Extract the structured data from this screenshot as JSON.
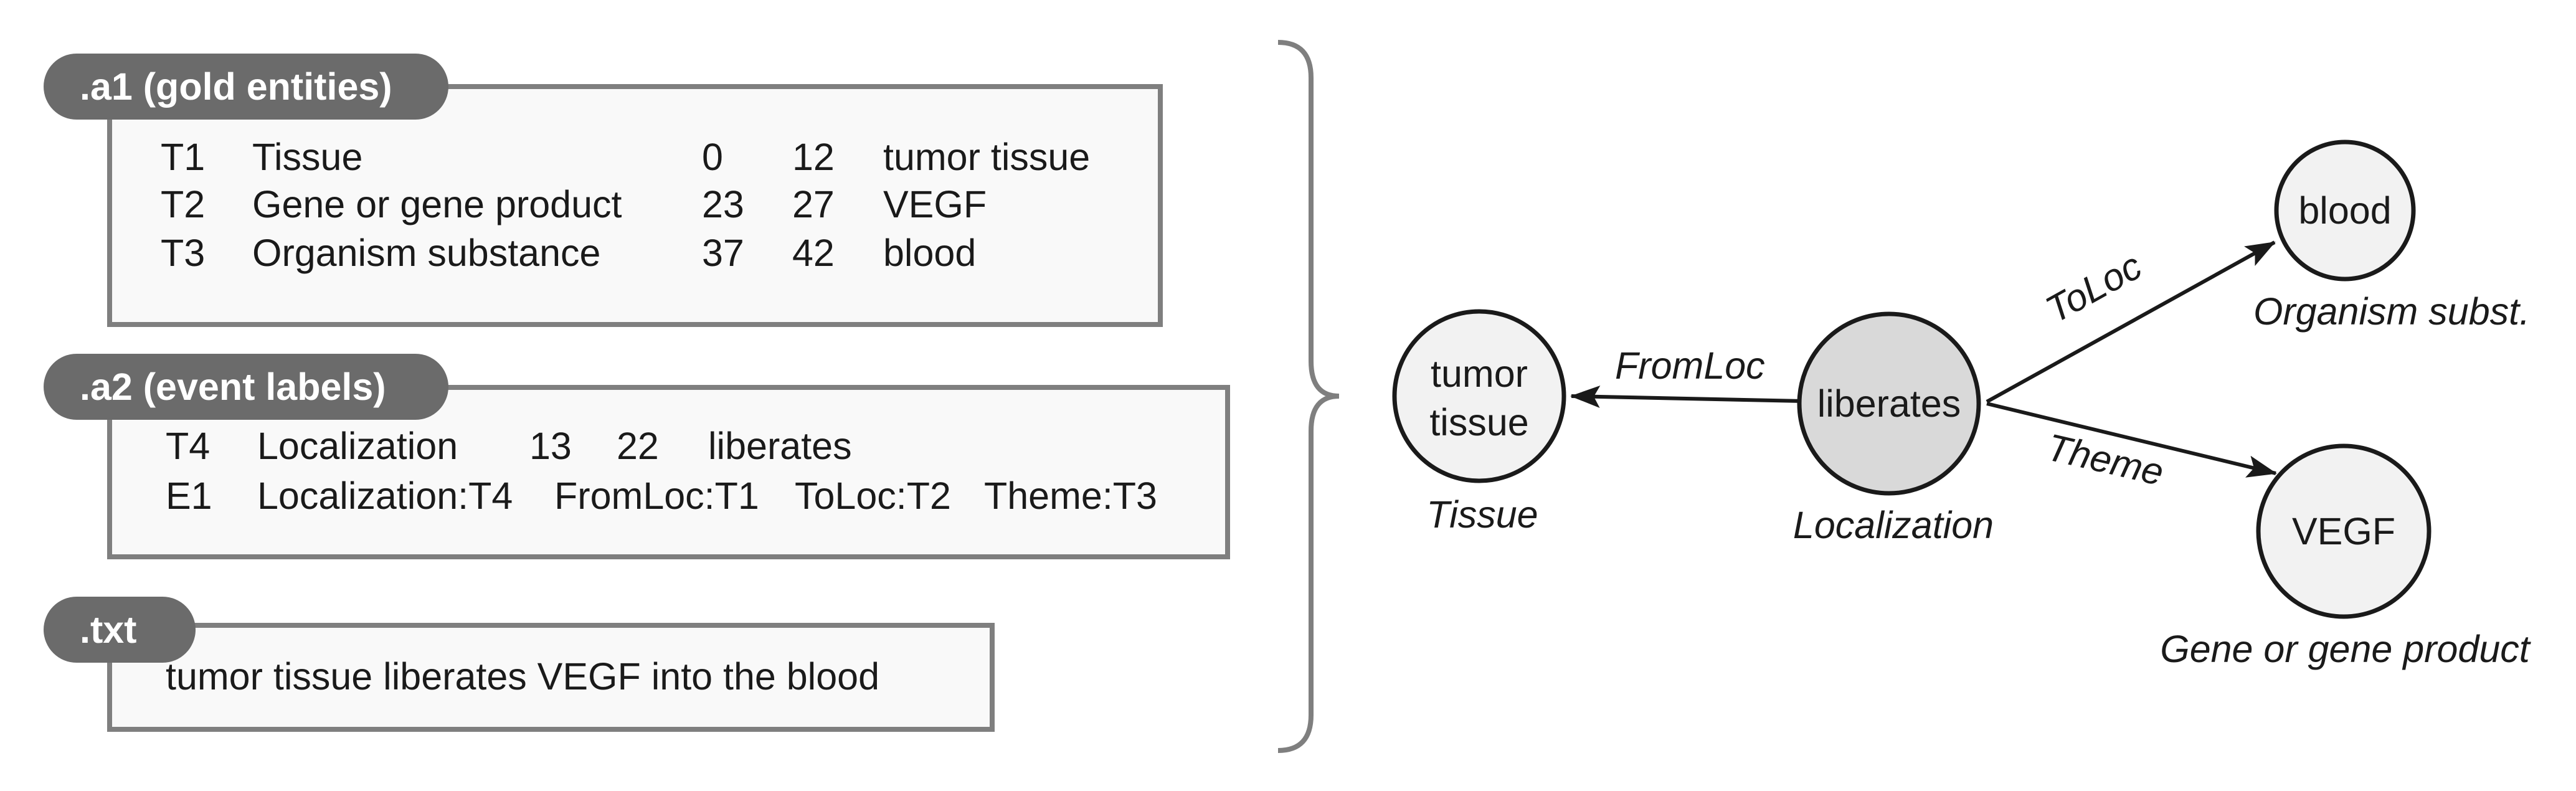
{
  "a1": {
    "tab_label": ".a1 (gold entities)",
    "rows": [
      [
        "T1",
        "Tissue",
        "0",
        "12",
        "tumor tissue"
      ],
      [
        "T2",
        "Gene or gene product",
        "23",
        "27",
        "VEGF"
      ],
      [
        "T3",
        "Organism substance",
        "37",
        "42",
        "blood"
      ]
    ]
  },
  "a2": {
    "tab_label": ".a2 (event labels)",
    "row1": [
      "T4",
      "Localization",
      "13",
      "22",
      "liberates"
    ],
    "row2": [
      "E1",
      "Localization:T4",
      "FromLoc:T1",
      "ToLoc:T2",
      "Theme:T3"
    ]
  },
  "txt": {
    "tab_label": ".txt",
    "text": "tumor tissue liberates VEGF into the blood"
  },
  "graph": {
    "nodes": {
      "tumor": {
        "line1": "tumor",
        "line2": "tissue",
        "type": "Tissue"
      },
      "liberates": {
        "label": "liberates",
        "type": "Localization"
      },
      "blood": {
        "label": "blood",
        "type": "Organism subst."
      },
      "vegf": {
        "label": "VEGF",
        "type": "Gene or gene product"
      }
    },
    "edges": {
      "fromloc": "FromLoc",
      "toloc": "ToLoc",
      "theme": "Theme"
    },
    "colors": {
      "event_fill": "#d9d9d9",
      "entity_fill": "#f2f2f2",
      "stroke": "#1a1a1a",
      "panel_border": "#7f7f7f",
      "tab_fill": "#6b6b6b"
    }
  }
}
